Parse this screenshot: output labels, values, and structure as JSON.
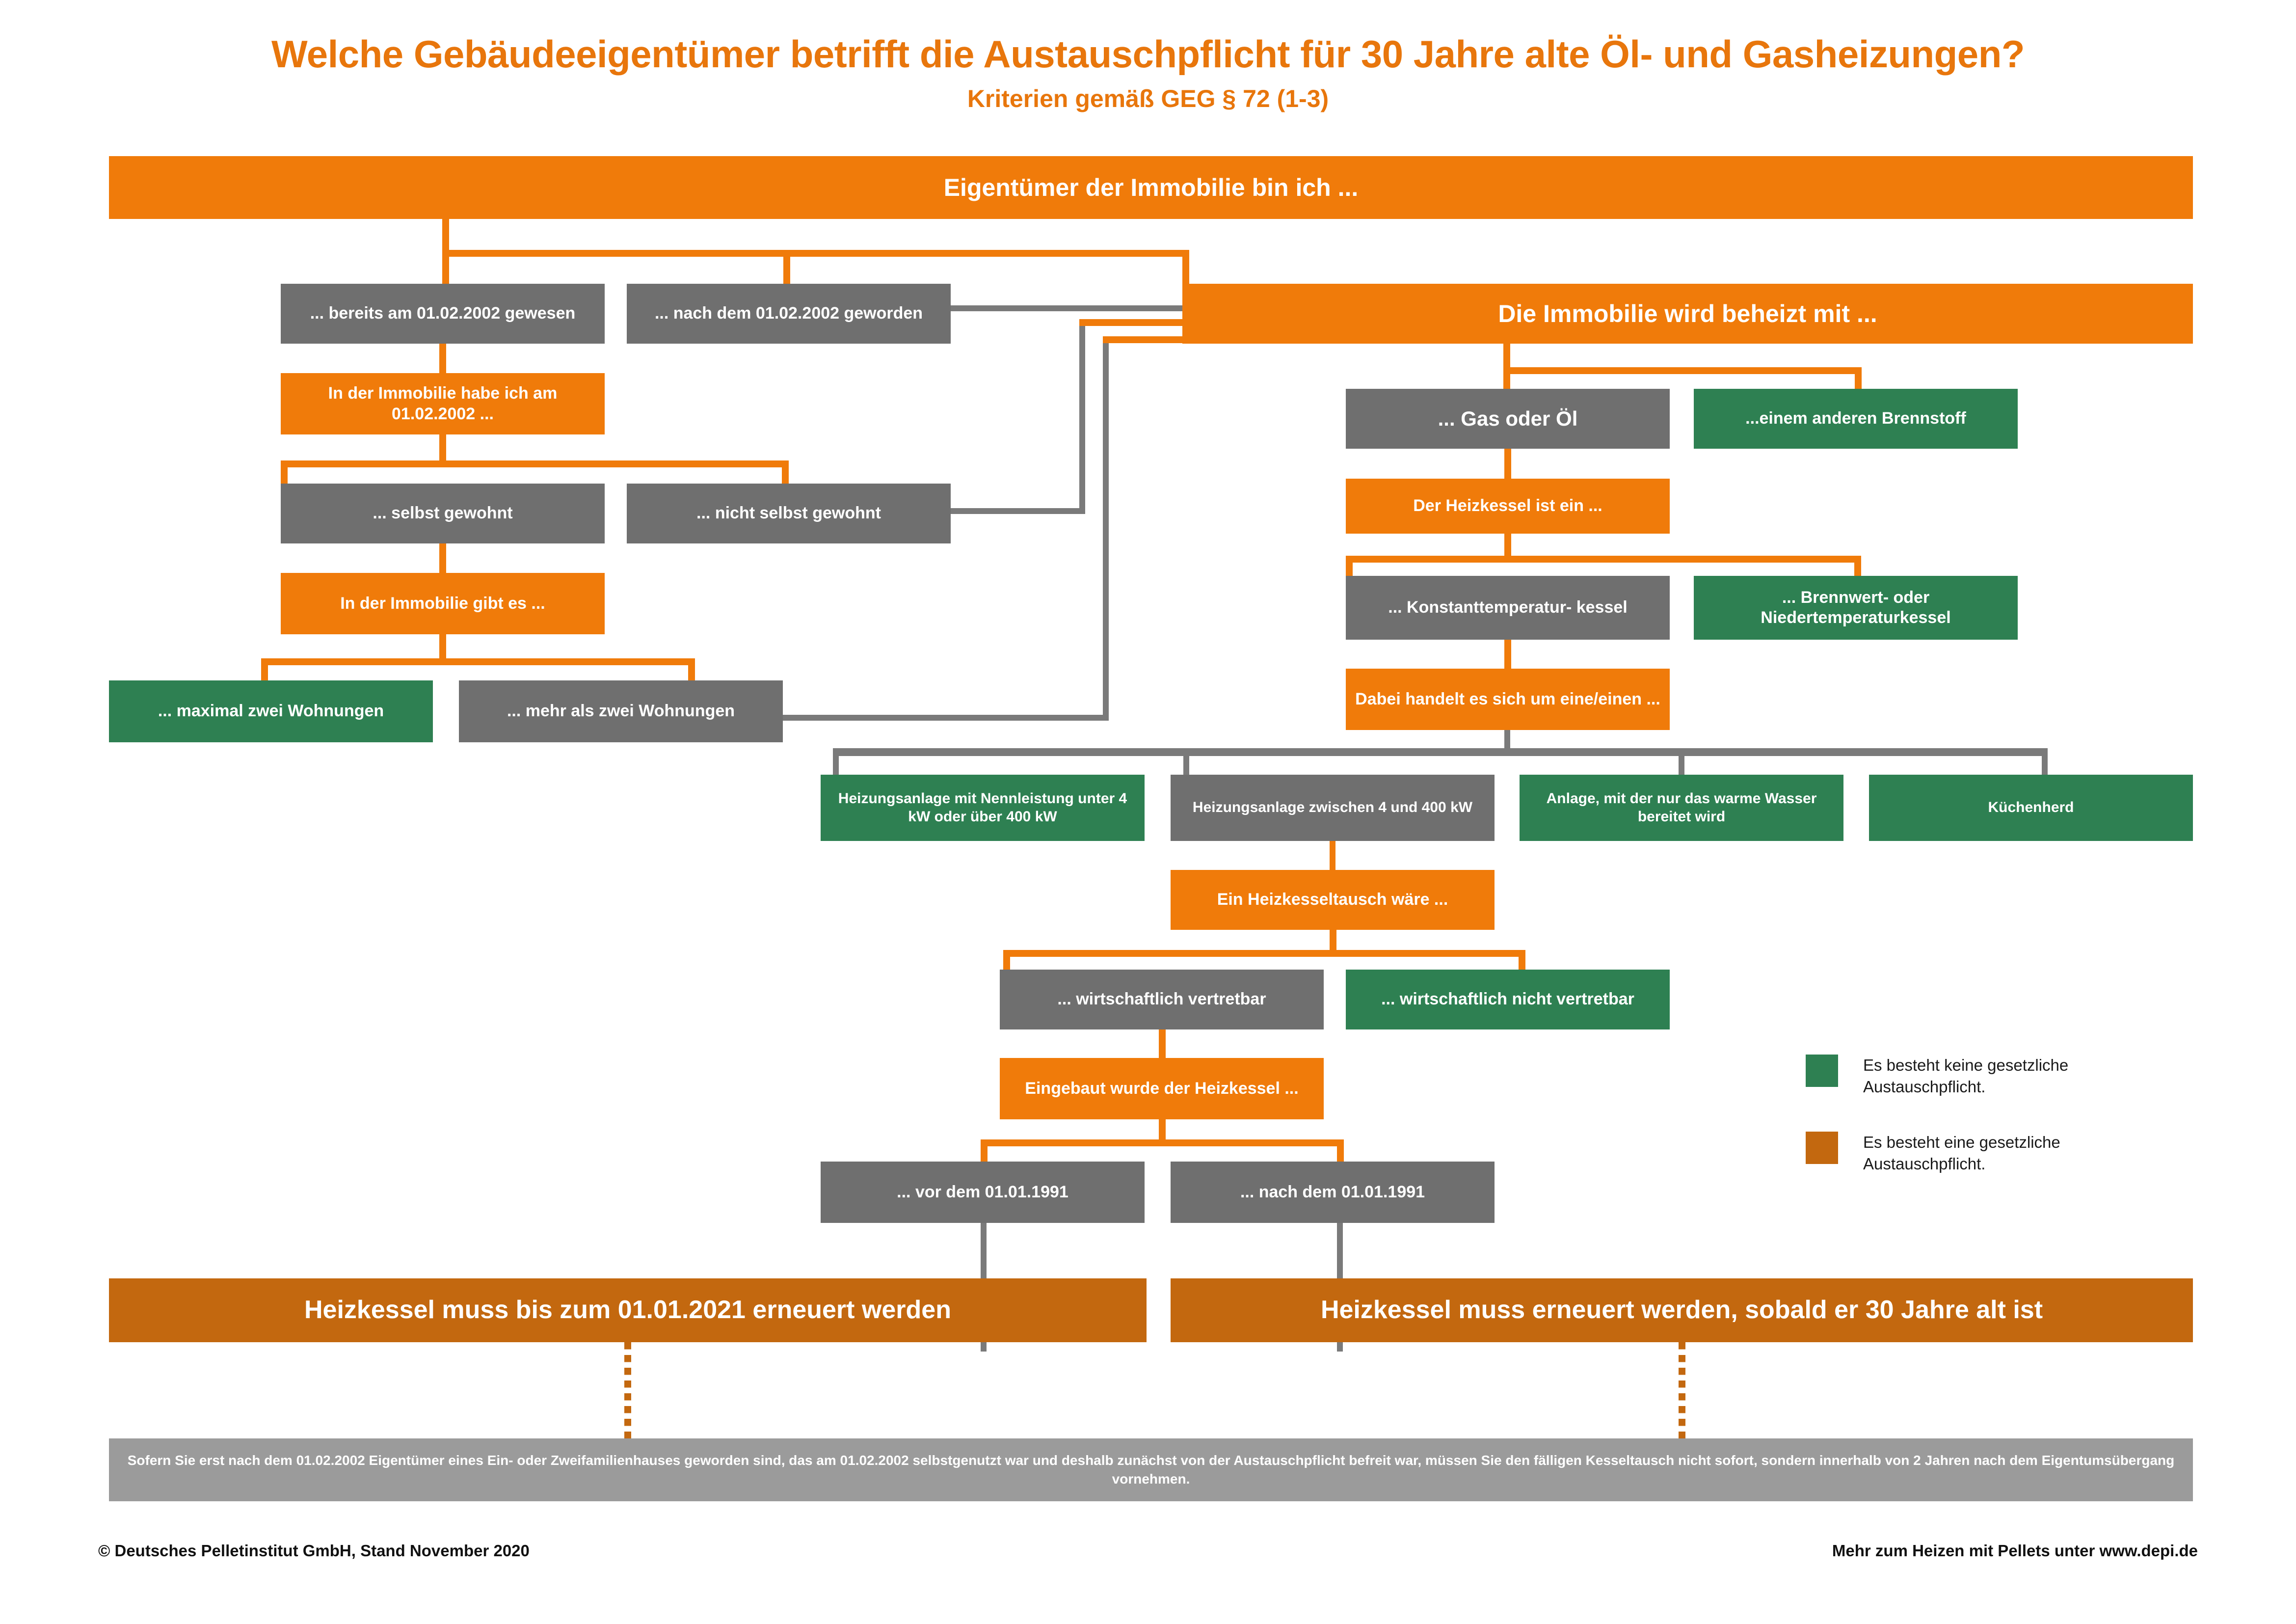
{
  "header": {
    "title": "Welche Gebäudeeigentümer betrifft die Austauschpflicht für 30 Jahre alte Öl- und Gasheizungen?",
    "subtitle": "Kriterien gemäß GEG § 72 (1-3)"
  },
  "colors": {
    "orange": "#F07B0A",
    "grey": "#6F6F6F",
    "green": "#2E8052",
    "dark_orange": "#C3680F",
    "light_grey": "#9B9B9B",
    "title_orange": "#E8760C"
  },
  "flow": {
    "root": "Eigentümer der Immobilie bin ich ...",
    "owner_before": "... bereits am 01.02.2002 gewesen",
    "owner_after": "... nach dem 01.02.2002 geworden",
    "lived_q": "In der Immobilie habe ich am 01.02.2002 ...",
    "lived_self": "... selbst gewohnt",
    "lived_not_self": "... nicht selbst gewohnt",
    "units_q": "In der Immobilie gibt es ...",
    "units_max_two": "... maximal zwei Wohnungen",
    "units_more_two": "... mehr als zwei Wohnungen",
    "heated_q": "Die Immobilie wird beheizt mit ...",
    "fuel_gas_oil": "... Gas oder Öl",
    "fuel_other": "...einem anderen Brennstoff",
    "boiler_q": "Der Heizkessel ist ein ...",
    "boiler_constant": "... Konstanttemperatur- kessel",
    "boiler_condensing": "... Brennwert- oder Niedertemperaturkessel",
    "system_q": "Dabei handelt es sich um eine/einen ...",
    "system_under4_over400": "Heizungsanlage mit Nennleistung unter 4 kW oder über 400 kW",
    "system_4_to_400": "Heizungsanlage zwischen 4 und 400 kW",
    "system_water_only": "Anlage, mit der nur das warme Wasser bereitet wird",
    "system_stove": "Küchenherd",
    "swap_q": "Ein Heizkesseltausch wäre ...",
    "swap_economic": "... wirtschaftlich vertretbar",
    "swap_not_economic": "... wirtschaftlich nicht vertretbar",
    "install_q": "Eingebaut wurde der Heizkessel ...",
    "install_before_1991": "... vor dem 01.01.1991",
    "install_after_1991": "... nach dem 01.01.1991",
    "result_left": "Heizkessel muss bis zum 01.01.2021 erneuert werden",
    "result_right": "Heizkessel muss erneuert werden, sobald er 30 Jahre alt ist"
  },
  "legend": {
    "items": [
      {
        "color": "#2E8052",
        "label": "Es besteht keine gesetzliche Austauschpflicht."
      },
      {
        "color": "#C3680F",
        "label": "Es besteht eine gesetzliche Austauschpflicht."
      }
    ]
  },
  "note": "Sofern Sie erst nach dem 01.02.2002 Eigentümer eines Ein- oder Zweifamilienhauses geworden sind, das am 01.02.2002 selbstgenutzt war und deshalb zunächst von der Austauschpflicht befreit war, müssen Sie den fälligen Kesseltausch nicht sofort, sondern innerhalb von 2 Jahren nach dem Eigentumsübergang vornehmen.",
  "footer": {
    "copyright": "© Deutsches Pelletinstitut GmbH, Stand November 2020",
    "link": "Mehr zum Heizen mit Pellets unter www.depi.de"
  }
}
